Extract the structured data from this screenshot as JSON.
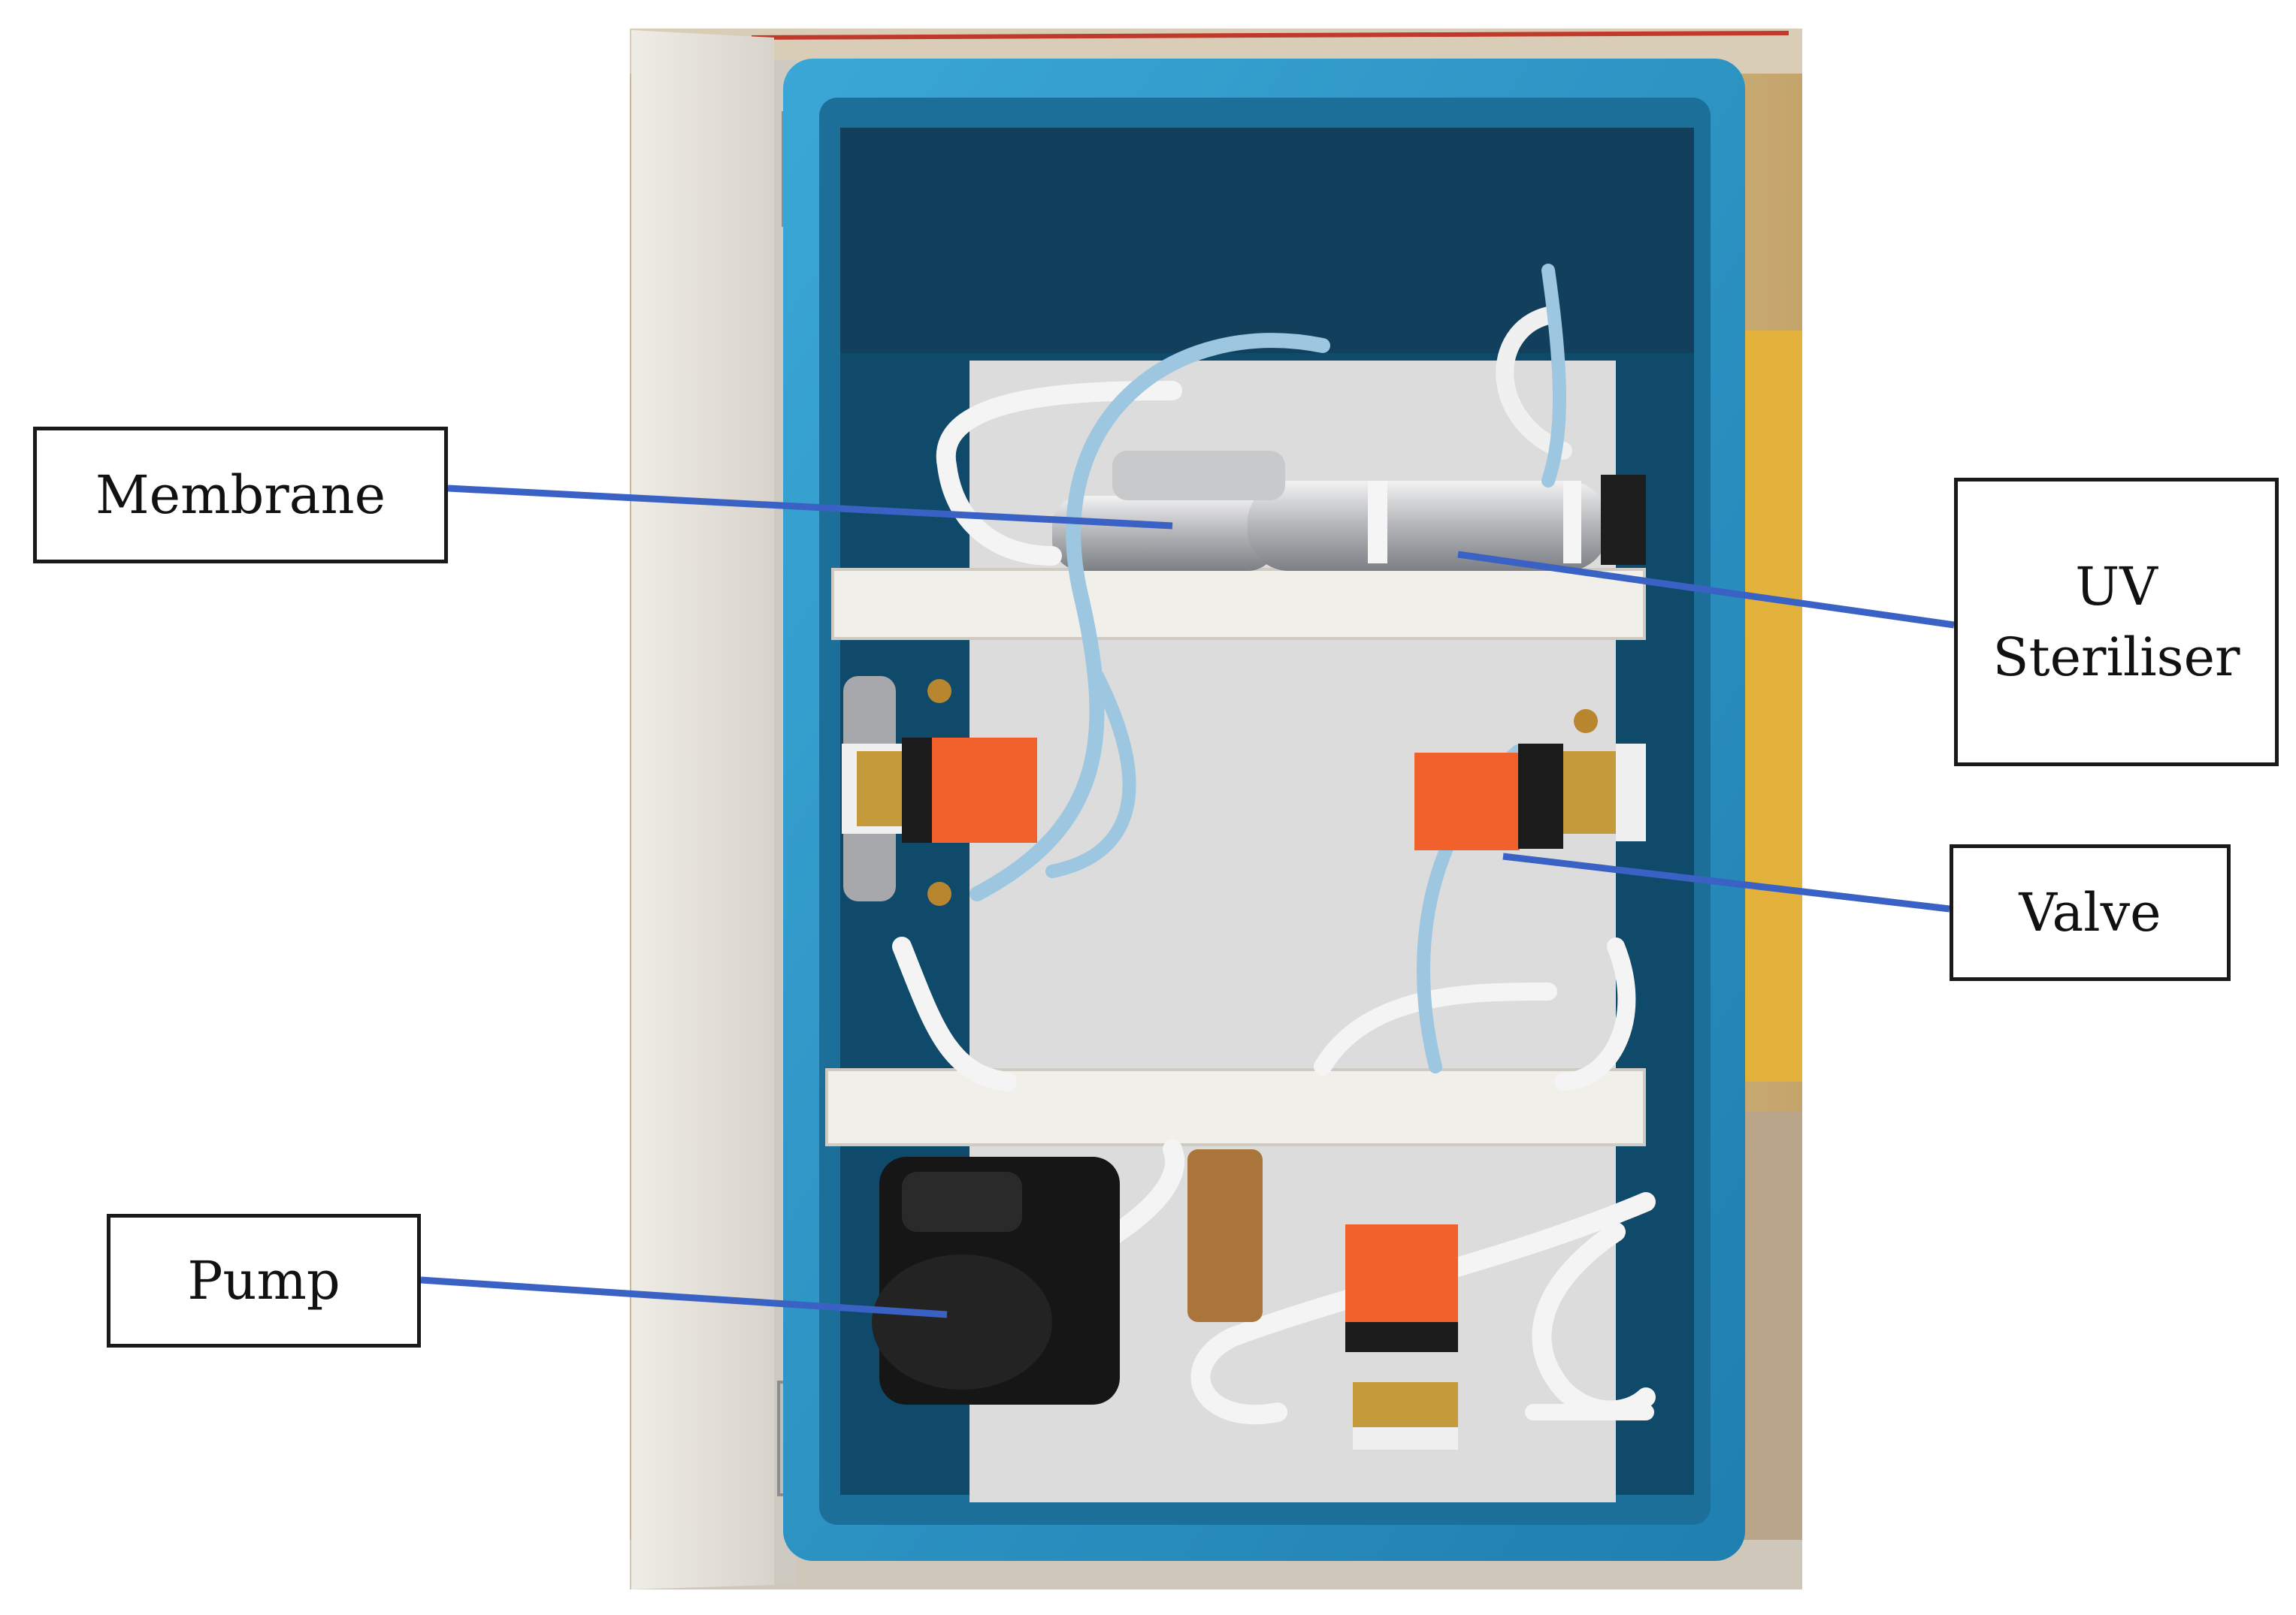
{
  "labels": {
    "membrane": "Membrane",
    "uv_line1": "UV",
    "uv_line2": "Steriliser",
    "valve": "Valve",
    "pump": "Pump"
  },
  "colors": {
    "leader_line": "#3a62c4",
    "cabinet_blue": "#2a8fc0",
    "valve_orange": "#f2602b"
  }
}
